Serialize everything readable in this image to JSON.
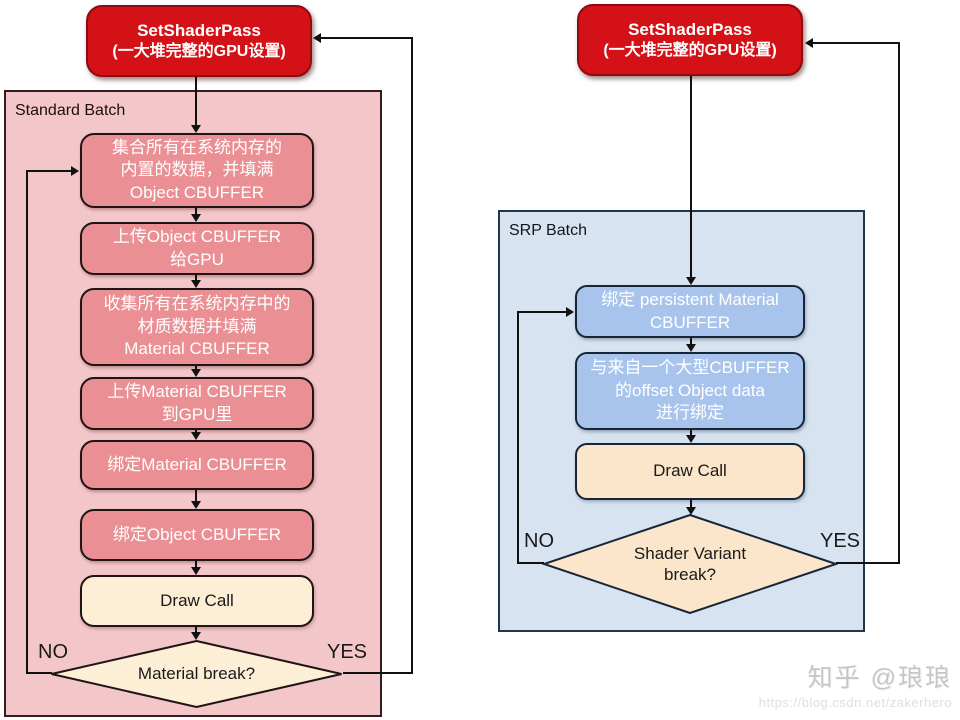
{
  "left_chart": {
    "header": {
      "title": "SetShaderPass",
      "subtitle": "(一大堆完整的GPU设置)"
    },
    "batch_label": "Standard Batch",
    "steps": [
      "集合所有在系统内存的\n内置的数据，并填满\nObject CBUFFER",
      "上传Object CBUFFER\n给GPU",
      "收集所有在系统内存中的\n材质数据并填满\nMaterial CBUFFER",
      "上传Material CBUFFER\n到GPU里",
      "绑定Material CBUFFER",
      "绑定Object CBUFFER"
    ],
    "draw_call": "Draw Call",
    "decision": "Material break?",
    "no_label": "NO",
    "yes_label": "YES"
  },
  "right_chart": {
    "header": {
      "title": "SetShaderPass",
      "subtitle": "(一大堆完整的GPU设置)"
    },
    "batch_label": "SRP Batch",
    "steps": [
      "绑定 persistent Material\nCBUFFER",
      "与来自一个大型CBUFFER\n的offset Object data\n进行绑定"
    ],
    "draw_call": "Draw Call",
    "decision": "Shader Variant\nbreak?",
    "no_label": "NO",
    "yes_label": "YES"
  },
  "watermark": {
    "credit": "知乎 @琅琅",
    "url": "https://blog.csdn.net/zakerhero"
  },
  "colors": {
    "red_header": "#d41116",
    "pink_container": "#f3c7ca",
    "pink_step": "#ea8f93",
    "cream_left": "#fdeed6",
    "blue_container": "#d7e3f0",
    "blue_step": "#a9c4ec",
    "cream_right": "#fbe5cb",
    "line": "#111111"
  }
}
